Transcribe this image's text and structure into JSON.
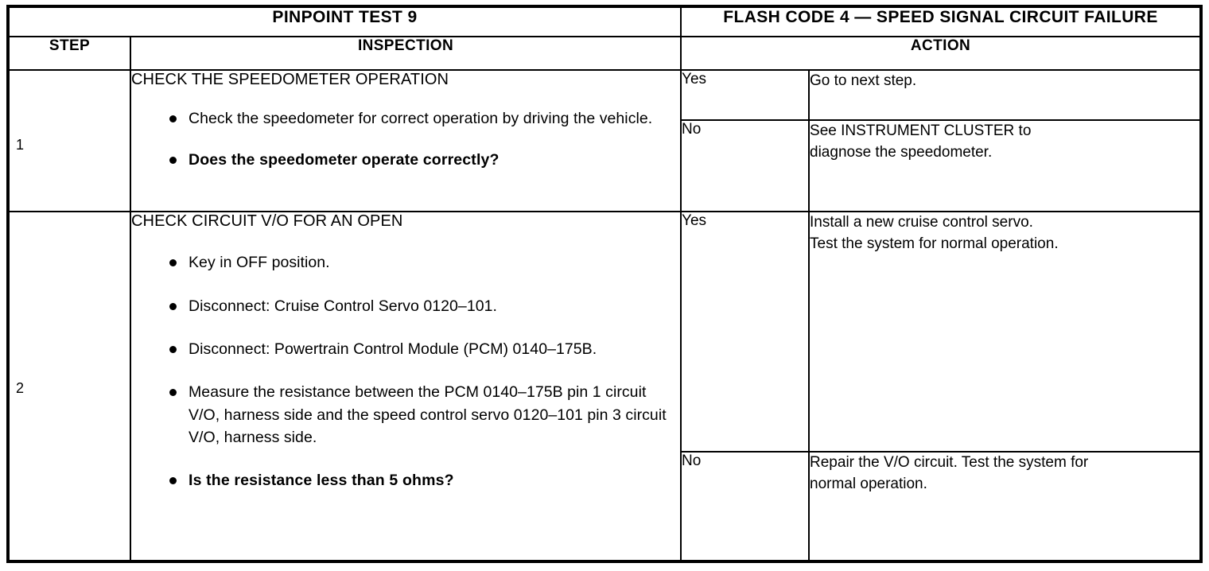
{
  "document": {
    "type": "diagnostic-pinpoint-test-table",
    "title_left": "PINPOINT TEST 9",
    "title_right": "FLASH CODE 4 — SPEED SIGNAL CIRCUIT FAILURE"
  },
  "columns": {
    "step": "STEP",
    "inspection": "INSPECTION",
    "action": "ACTION"
  },
  "steps": [
    {
      "number": "1",
      "inspection": {
        "heading": "CHECK THE SPEEDOMETER OPERATION",
        "bullets": [
          {
            "text": "Check the speedometer for correct operation by driving the vehicle.",
            "bold": false
          },
          {
            "text": "Does the speedometer operate correctly?",
            "bold": true
          }
        ]
      },
      "outcomes": [
        {
          "label": "Yes",
          "action_lines": [
            "Go to next step."
          ]
        },
        {
          "label": "No",
          "action_lines": [
            "See INSTRUMENT CLUSTER to",
            "diagnose the speedometer."
          ]
        }
      ]
    },
    {
      "number": "2",
      "inspection": {
        "heading": "CHECK CIRCUIT V/O FOR AN OPEN",
        "bullets": [
          {
            "text": "Key in OFF position.",
            "bold": false
          },
          {
            "text": "Disconnect: Cruise Control Servo 0120–101.",
            "bold": false
          },
          {
            "text": "Disconnect: Powertrain Control Module (PCM) 0140–175B.",
            "bold": false
          },
          {
            "text": "Measure the resistance between the PCM 0140–175B pin 1 circuit V/O, harness side and the speed control servo 0120–101 pin 3 circuit V/O, harness side.",
            "bold": false
          },
          {
            "text": "Is the resistance less than 5 ohms?",
            "bold": true
          }
        ]
      },
      "outcomes": [
        {
          "label": "Yes",
          "action_lines": [
            "Install a new cruise control servo.",
            "Test the system for normal operation."
          ]
        },
        {
          "label": "No",
          "action_lines": [
            "Repair the V/O circuit. Test the system for",
            "normal operation."
          ]
        }
      ]
    }
  ],
  "colors": {
    "ink": "#000000",
    "paper": "#ffffff"
  }
}
